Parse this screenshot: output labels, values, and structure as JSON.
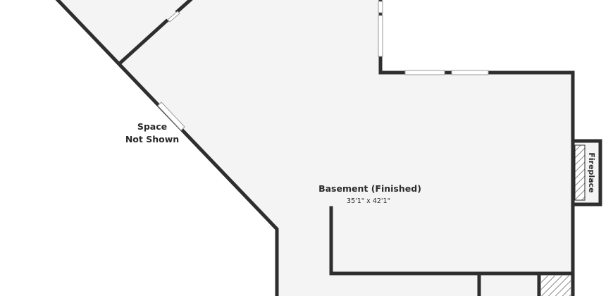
{
  "rooms": {
    "space_not_shown": {
      "line1": "Space",
      "line2": "Not Shown"
    },
    "basement": {
      "name": "Basement (Finished)",
      "dimensions": "35'1\" x 42'1\""
    },
    "fireplace": {
      "name": "Fireplace"
    }
  },
  "colors": {
    "floor": "#f4f4f4",
    "wall": "#2e2e2e",
    "background": "#ffffff",
    "hatch": "#8a8a8a"
  }
}
